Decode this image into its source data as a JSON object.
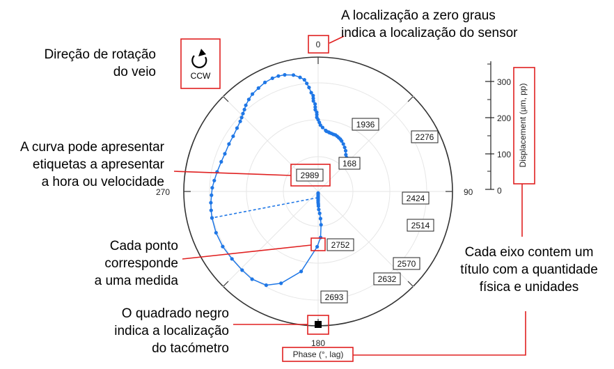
{
  "callouts": {
    "zero": [
      "A localização a zero graus",
      "indica a localização do sensor"
    ],
    "rotation": [
      "Direção de rotação",
      "do veio"
    ],
    "labels": [
      "A curva pode apresentar",
      "etiquetas a apresentar",
      "a hora ou velocidade"
    ],
    "point": [
      "Cada ponto",
      "corresponde",
      "a uma medida"
    ],
    "tach": [
      "O quadrado negro",
      "indica a localização",
      "do tacómetro"
    ],
    "axes": [
      "Cada eixo contem um",
      "título com a quantidade",
      "física e unidades"
    ]
  },
  "rotation_label": "CCW",
  "chart_data": {
    "type": "polar",
    "phase_axis": {
      "title": "Phase (°, lag)",
      "tick_labels": [
        "0",
        "90",
        "180",
        "270"
      ]
    },
    "amplitude_axis": {
      "title": "Displacement (µm, pp)",
      "tick_labels": [
        "0",
        "100",
        "200",
        "300"
      ],
      "range": [
        0,
        350
      ]
    },
    "tachometer_phase": 180,
    "line_color": "#1f77e6",
    "points": [
      {
        "phase": 43,
        "amp": 107
      },
      {
        "phase": 40,
        "amp": 115
      },
      {
        "phase": 37,
        "amp": 120
      },
      {
        "phase": 34,
        "amp": 128
      },
      {
        "phase": 31,
        "amp": 134
      },
      {
        "phase": 28,
        "amp": 140
      },
      {
        "phase": 25,
        "amp": 145
      },
      {
        "phase": 23,
        "amp": 148
      },
      {
        "phase": 21,
        "amp": 150
      },
      {
        "phase": 19,
        "amp": 152
      },
      {
        "phase": 17,
        "amp": 154
      },
      {
        "phase": 15,
        "amp": 154
      },
      {
        "phase": 13,
        "amp": 155
      },
      {
        "phase": 11,
        "amp": 156
      },
      {
        "phase": 10,
        "amp": 157
      },
      {
        "phase": 8,
        "amp": 158
      },
      {
        "phase": 7,
        "amp": 160
      },
      {
        "phase": 4,
        "amp": 167
      },
      {
        "phase": 2,
        "amp": 173
      },
      {
        "phase": 1,
        "amp": 180
      },
      {
        "phase": 0,
        "amp": 187
      },
      {
        "phase": -1,
        "amp": 193
      },
      {
        "phase": -1,
        "amp": 200
      },
      {
        "phase": -1,
        "amp": 206
      },
      {
        "phase": -2,
        "amp": 213
      },
      {
        "phase": -2,
        "amp": 220
      },
      {
        "phase": -2,
        "amp": 228
      },
      {
        "phase": -3,
        "amp": 236
      },
      {
        "phase": -3,
        "amp": 243
      },
      {
        "phase": -3,
        "amp": 250
      },
      {
        "phase": -4,
        "amp": 258
      },
      {
        "phase": -5,
        "amp": 272
      },
      {
        "phase": -6,
        "amp": 283
      },
      {
        "phase": -7,
        "amp": 293
      },
      {
        "phase": -9,
        "amp": 301
      },
      {
        "phase": -12,
        "amp": 310
      },
      {
        "phase": -16,
        "amp": 316
      },
      {
        "phase": -19,
        "amp": 318
      },
      {
        "phase": -22,
        "amp": 318
      },
      {
        "phase": -26,
        "amp": 316
      },
      {
        "phase": -30,
        "amp": 311
      },
      {
        "phase": -34,
        "amp": 306
      },
      {
        "phase": -37,
        "amp": 300
      },
      {
        "phase": -40,
        "amp": 293
      },
      {
        "phase": -42,
        "amp": 287
      },
      {
        "phase": -44,
        "amp": 282
      },
      {
        "phase": -46,
        "amp": 277
      },
      {
        "phase": -48,
        "amp": 273
      },
      {
        "phase": -52,
        "amp": 268
      },
      {
        "phase": -57,
        "amp": 264
      },
      {
        "phase": -62,
        "amp": 263
      },
      {
        "phase": -68,
        "amp": 262
      },
      {
        "phase": -73,
        "amp": 264
      },
      {
        "phase": -79,
        "amp": 268
      },
      {
        "phase": -84,
        "amp": 272
      },
      {
        "phase": -88,
        "amp": 276
      },
      {
        "phase": -92,
        "amp": 278
      },
      {
        "phase": -96,
        "amp": 281
      },
      {
        "phase": -100,
        "amp": 283
      },
      {
        "phase": -104,
        "amp": 285
      }
    ],
    "sweep_points": [
      {
        "phase": -104,
        "amp": 285
      },
      {
        "phase": -112,
        "amp": 287
      },
      {
        "phase": -120,
        "amp": 287
      },
      {
        "phase": -128,
        "amp": 285
      },
      {
        "phase": -136,
        "amp": 285
      },
      {
        "phase": -143,
        "amp": 286
      },
      {
        "phase": -151,
        "amp": 279
      },
      {
        "phase": -158,
        "amp": 258
      },
      {
        "phase": -168,
        "amp": 213
      },
      {
        "phase": -179,
        "amp": 144
      },
      {
        "phase": 177,
        "amp": 120
      },
      {
        "phase": 175,
        "amp": 87
      },
      {
        "phase": 175,
        "amp": 71
      },
      {
        "phase": 176,
        "amp": 57
      },
      {
        "phase": 178,
        "amp": 47
      },
      {
        "phase": 179,
        "amp": 38
      },
      {
        "phase": 179,
        "amp": 33
      },
      {
        "phase": 180,
        "amp": 29
      },
      {
        "phase": 180,
        "amp": 25
      },
      {
        "phase": 180,
        "amp": 22
      },
      {
        "phase": 180,
        "amp": 19
      },
      {
        "phase": 180,
        "amp": 16
      },
      {
        "phase": 180,
        "amp": 13
      },
      {
        "phase": 180,
        "amp": 10
      },
      {
        "phase": 180,
        "amp": 7
      },
      {
        "phase": 180,
        "amp": 4
      }
    ],
    "point_labels": [
      {
        "text": "1936"
      },
      {
        "text": "2276"
      },
      {
        "text": "168"
      },
      {
        "text": "2424"
      },
      {
        "text": "2514"
      },
      {
        "text": "2570"
      },
      {
        "text": "2632"
      },
      {
        "text": "2693"
      },
      {
        "text": "2752"
      },
      {
        "text": "2989"
      }
    ]
  }
}
